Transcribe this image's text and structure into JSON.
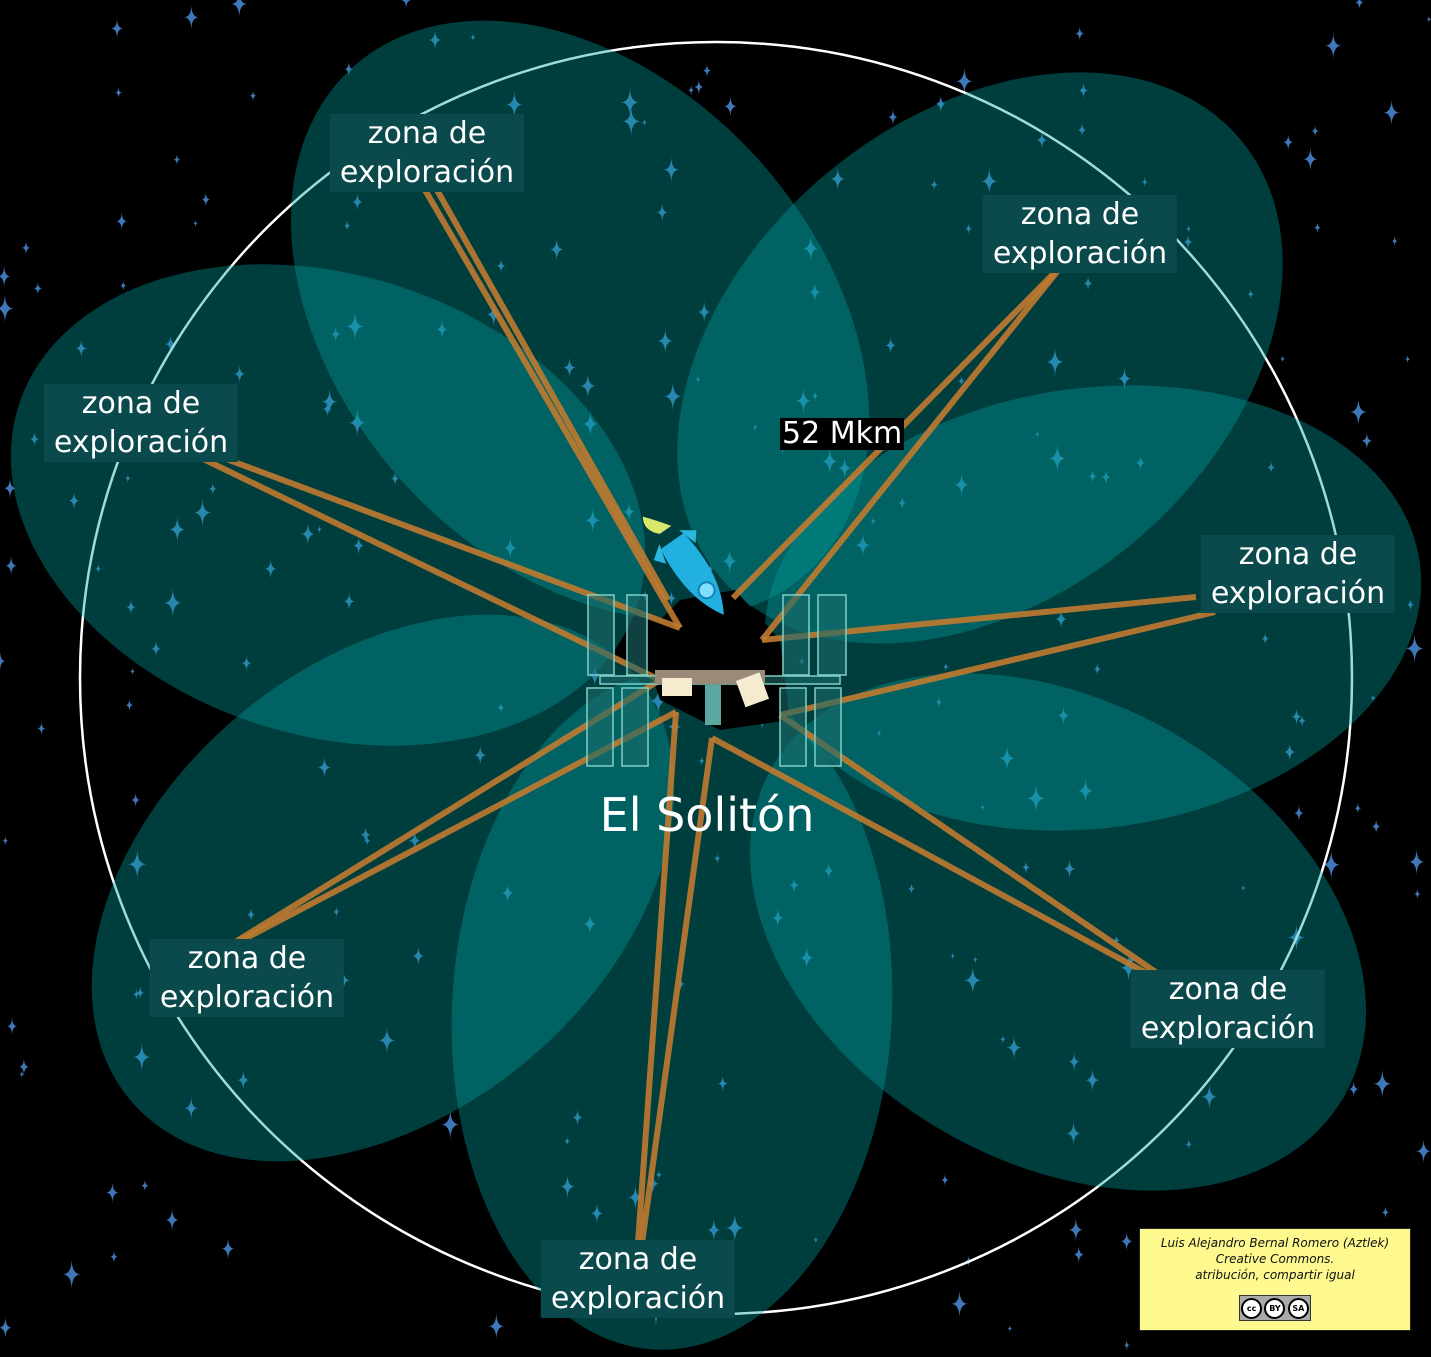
{
  "title": "El Solitón",
  "distance_label": "52 Mkm",
  "zone_labels": [
    {
      "line1": "zona de",
      "line2": "exploración"
    },
    {
      "line1": "zona de",
      "line2": "exploración"
    },
    {
      "line1": "zona de",
      "line2": "exploración"
    },
    {
      "line1": "zona de",
      "line2": "exploración"
    },
    {
      "line1": "zona de",
      "line2": "exploración"
    },
    {
      "line1": "zona de",
      "line2": "exploración"
    },
    {
      "line1": "zona de",
      "line2": "exploración"
    }
  ],
  "credit": {
    "author": "Luis Alejandro Bernal Romero (Aztlek)",
    "license": "Creative Commons.",
    "terms": "atribución, compartir igual",
    "badge": {
      "cc": "cc",
      "by": "BY",
      "sa": "SA"
    }
  },
  "colors": {
    "background": "#000000",
    "petal": "#00a0a0",
    "beam": "#c07a30",
    "star": "#3f78b8",
    "label_bg": "#0a4a4c",
    "note": "#fdf98f"
  },
  "icons": [
    "rocket-icon",
    "space-station-icon",
    "star-icon",
    "creative-commons-icon"
  ]
}
